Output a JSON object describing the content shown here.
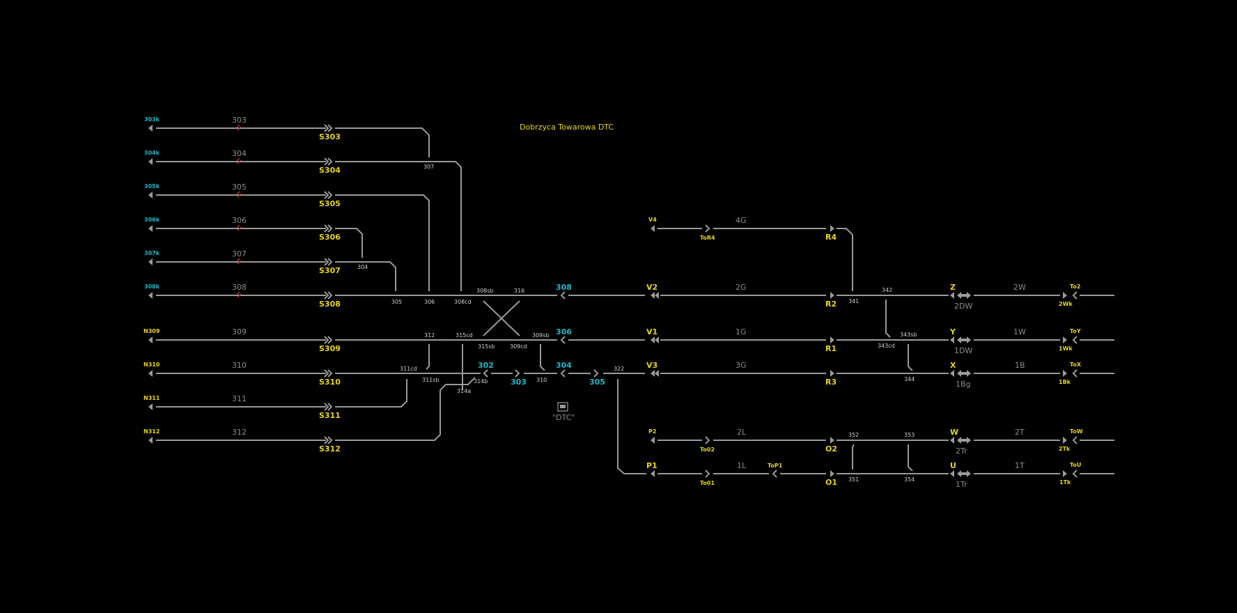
{
  "window": {
    "title": "Dobrzyca Towarowa DTC"
  },
  "colors": {
    "background": "#000000",
    "track": "#9a9a9a",
    "signal_label": "#e6d51c",
    "route_label": "#22b4c8",
    "track_label": "#8c8c8c"
  },
  "left_lines": [
    {
      "end": "303k",
      "track": "303",
      "signal": "S303"
    },
    {
      "end": "304k",
      "track": "304",
      "signal": "S304"
    },
    {
      "end": "305k",
      "track": "305",
      "signal": "S305"
    },
    {
      "end": "306k",
      "track": "306",
      "signal": "S306"
    },
    {
      "end": "307k",
      "track": "307",
      "signal": "S307"
    },
    {
      "end": "308k",
      "track": "308",
      "signal": "S308"
    },
    {
      "end": "N309",
      "track": "309",
      "signal": "S309"
    },
    {
      "end": "N310",
      "track": "310",
      "signal": "S310"
    },
    {
      "end": "N311",
      "track": "311",
      "signal": "S311"
    },
    {
      "end": "N312",
      "track": "312",
      "signal": "S312"
    }
  ],
  "switches_left": {
    "s307": "307",
    "s304": "304",
    "s305": "305",
    "s306": "306",
    "s308sb": "308sb",
    "s308cd": "308cd",
    "s316": "316",
    "s312": "312",
    "s315cd": "315cd",
    "s315sb": "315sb",
    "s309cd": "309cd",
    "s309sb": "309sb",
    "s311cd": "311cd",
    "s311sb": "311sb",
    "s314b": "314b",
    "s314a": "314a",
    "s310": "310",
    "s322": "322"
  },
  "route_signals": {
    "r308": "308",
    "r306": "306",
    "r302": "302",
    "r303": "303",
    "r304": "304",
    "r305": "305"
  },
  "station_icon": {
    "label": "\"DTC\""
  },
  "right_tracks": [
    {
      "v_signal": "V4",
      "mid": "ToR4",
      "track": "4G",
      "r_signal": "R4"
    },
    {
      "v_signal": "V2",
      "track": "2G",
      "r_signal": "R2"
    },
    {
      "v_signal": "V1",
      "track": "1G",
      "r_signal": "R1"
    },
    {
      "v_signal": "V3",
      "track": "3G",
      "r_signal": "R3"
    },
    {
      "v_signal": "P2",
      "mid": "To02",
      "track": "2L",
      "r_signal": "O2"
    },
    {
      "v_signal": "P1",
      "mid": "To01",
      "track": "1L",
      "mid2": "ToP1",
      "r_signal": "O1"
    }
  ],
  "switches_right": {
    "s341": "341",
    "s342": "342",
    "s343cd": "343cd",
    "s343sb": "343sb",
    "s344": "344",
    "s352": "352",
    "s353": "353",
    "s351": "351",
    "s354": "354"
  },
  "exits": [
    {
      "signal": "Z",
      "block": "2DW",
      "track": "2W",
      "out": "To2",
      "outk": "2Wk"
    },
    {
      "signal": "Y",
      "block": "1DW",
      "track": "1W",
      "out": "ToY",
      "outk": "1Wk"
    },
    {
      "signal": "X",
      "block": "1Bg",
      "track": "1B",
      "out": "ToX",
      "outk": "1Bk"
    },
    {
      "signal": "W",
      "block": "2Tr",
      "track": "2T",
      "out": "ToW",
      "outk": "2Tk"
    },
    {
      "signal": "U",
      "block": "1Tr",
      "track": "1T",
      "out": "ToU",
      "outk": "1Tk"
    }
  ]
}
